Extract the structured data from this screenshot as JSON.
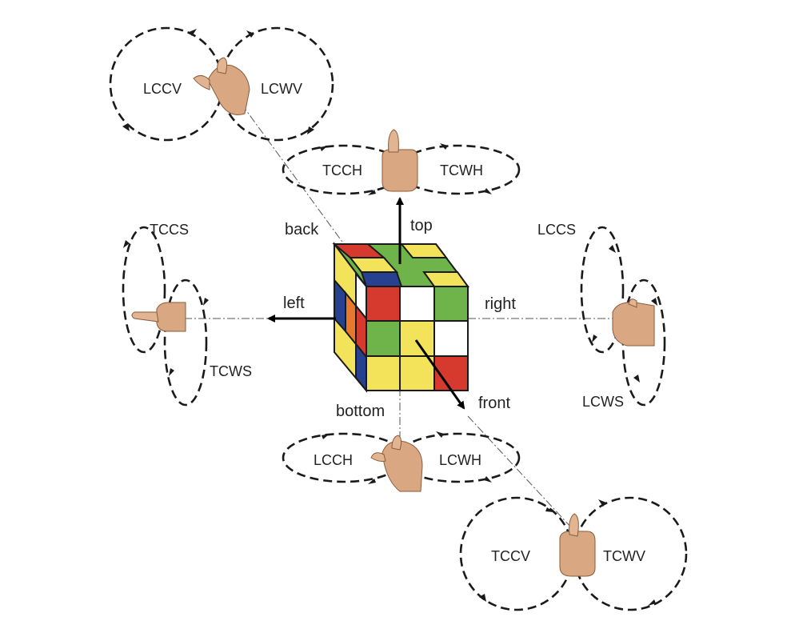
{
  "directions": {
    "top": "top",
    "back": "back",
    "left": "left",
    "right": "right",
    "bottom": "bottom",
    "front": "front"
  },
  "gestures": {
    "lccv": "LCCV",
    "lcwv": "LCWV",
    "tcch": "TCCH",
    "tcwh": "TCWH",
    "tccs": "TCCS",
    "tcws": "TCWS",
    "lccs": "LCCS",
    "lcws": "LCWS",
    "lcch": "LCCH",
    "lcwh": "LCWH",
    "tccv": "TCCV",
    "tcwv": "TCWV"
  },
  "cube_colors": {
    "red": "#d63a2f",
    "green": "#6fb34b",
    "yellow": "#f2e35a",
    "blue": "#27408f",
    "white": "#ffffff",
    "orange": "#e8772e"
  }
}
